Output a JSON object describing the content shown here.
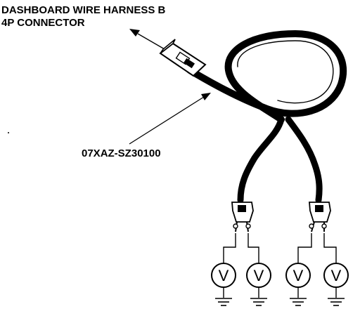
{
  "labels": {
    "connector_line1": "DASHBOARD WIRE HARNESS B",
    "connector_line2": "4P CONNECTOR",
    "part_number": "07XAZ-SZ30100"
  },
  "meters": [
    {
      "symbol": "V"
    },
    {
      "symbol": "V"
    },
    {
      "symbol": "V"
    },
    {
      "symbol": "V"
    }
  ],
  "colors": {
    "ink": "#000000",
    "background": "#ffffff"
  }
}
